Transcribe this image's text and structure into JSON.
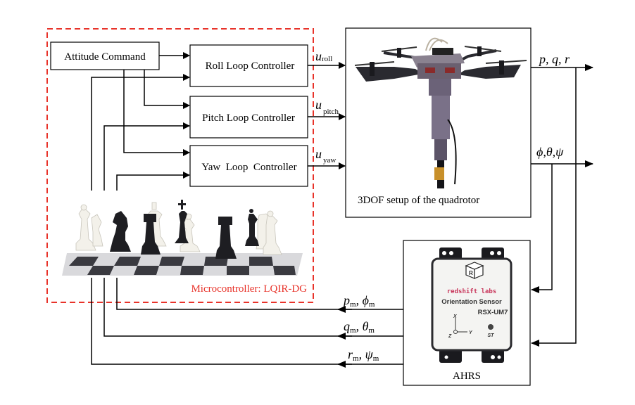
{
  "microcontroller": {
    "label": "Microcontroller: LQIR-DG",
    "border_color": "#e8332a",
    "attitude_command": "Attitude Command",
    "controllers": [
      {
        "label": "Roll Loop Controller",
        "output_symbol": "u",
        "output_sub": "roll"
      },
      {
        "label": "Pitch Loop Controller",
        "output_symbol": "u",
        "output_sub": "pitch"
      },
      {
        "label": "Yaw  Loop  Controller",
        "output_symbol": "u",
        "output_sub": "yaw"
      }
    ],
    "image_description_icon": "chess-pieces-image"
  },
  "plant": {
    "caption": "3DOF setup of the quadrotor",
    "image_icon": "quadrotor-image"
  },
  "outputs": {
    "rates": "p, q, r",
    "angles": "ϕ,θ,ψ"
  },
  "sensor": {
    "caption": "AHRS",
    "brand": "redshift labs",
    "product": "Orientation Sensor",
    "model": "RSX-UM7",
    "axes": [
      "X",
      "Y",
      "Z"
    ],
    "button": "ST"
  },
  "feedback": [
    {
      "a": "p",
      "b": "ϕ",
      "sub": "m"
    },
    {
      "a": "q",
      "b": "θ",
      "sub": "m"
    },
    {
      "a": "r",
      "b": "ψ",
      "sub": "m"
    }
  ]
}
